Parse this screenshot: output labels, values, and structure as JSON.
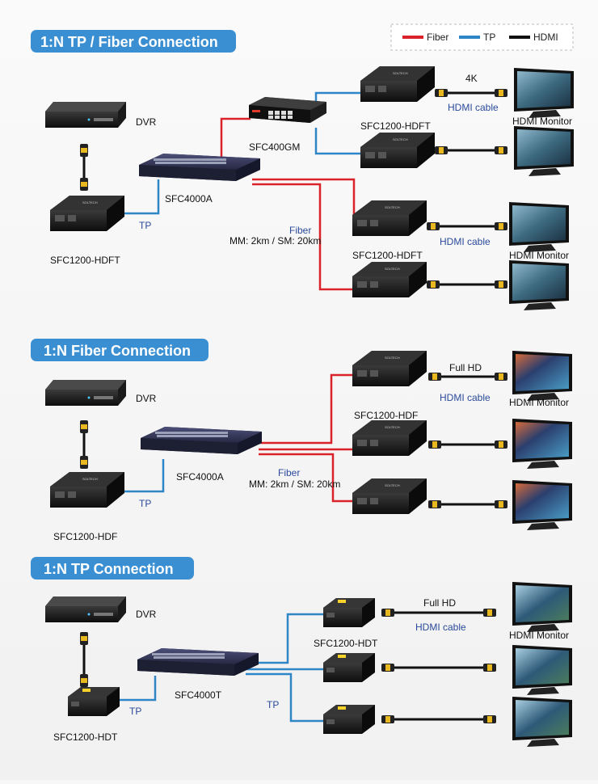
{
  "legend": {
    "fiber": "Fiber",
    "tp": "TP",
    "hdmi": "HDMI"
  },
  "colors": {
    "fiber": "#d9222a",
    "tp": "#2f86c6",
    "hdmi": "#111111",
    "header": "#3a8fd3"
  },
  "sections": [
    {
      "title": "1:N TP / Fiber Connection",
      "dvr": "DVR",
      "sender": "SFC1200-HDFT",
      "main_switch": "SFC4000A",
      "sub_switch": "SFC400GM",
      "link_tp": "TP",
      "fiber_label": "Fiber",
      "fiber_distance": "MM: 2km / SM: 20km",
      "receiver_top": "SFC1200-HDFT",
      "receiver_bottom": "SFC1200-HDFT",
      "resolution": "4K",
      "cable_top": "HDMI cable",
      "cable_bottom": "HDMI cable",
      "monitor_top": "HDMI Monitor",
      "monitor_bottom": "HDMI Monitor"
    },
    {
      "title": "1:N Fiber Connection",
      "dvr": "DVR",
      "sender": "SFC1200-HDF",
      "main_switch": "SFC4000A",
      "link_tp": "TP",
      "fiber_label": "Fiber",
      "fiber_distance": "MM: 2km / SM: 20km",
      "receiver": "SFC1200-HDF",
      "resolution": "Full HD",
      "cable": "HDMI cable",
      "monitor": "HDMI Monitor"
    },
    {
      "title": "1:N TP Connection",
      "dvr": "DVR",
      "sender": "SFC1200-HDT",
      "main_switch": "SFC4000T",
      "link_tp": "TP",
      "link_tp2": "TP",
      "receiver": "SFC1200-HDT",
      "resolution": "Full HD",
      "cable": "HDMI cable",
      "monitor": "HDMI Monitor"
    }
  ]
}
